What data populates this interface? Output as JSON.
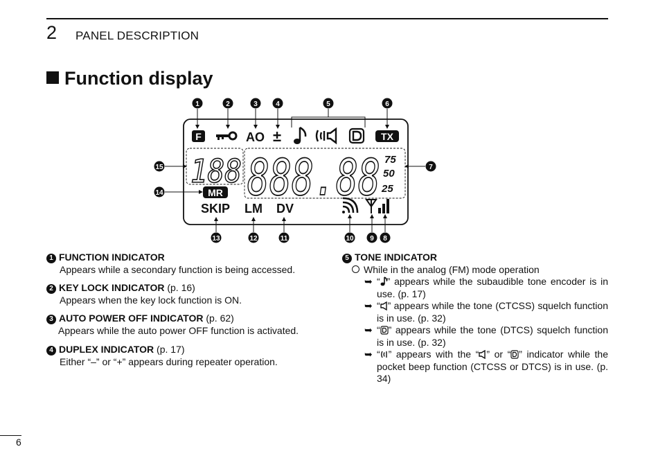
{
  "header": {
    "chapter_number": "2",
    "chapter_title": "PANEL DESCRIPTION"
  },
  "section": {
    "title": "Function display"
  },
  "figure": {
    "lcd": {
      "top_indicators": [
        "F",
        "AO",
        "±",
        "TX"
      ],
      "digits_small": "188",
      "digits_main": "888.88",
      "side_numbers": [
        "75",
        "50",
        "25"
      ],
      "mr": "MR",
      "bottom_labels": [
        "SKIP",
        "LM",
        "DV"
      ]
    },
    "callouts": [
      "1",
      "2",
      "3",
      "4",
      "5",
      "6",
      "7",
      "8",
      "9",
      "10",
      "11",
      "12",
      "13",
      "14",
      "15"
    ]
  },
  "items": [
    {
      "num": "1",
      "title": "FUNCTION INDICATOR",
      "ref": "",
      "body": "Appears while a secondary function is being accessed."
    },
    {
      "num": "2",
      "title": "KEY LOCK INDICATOR",
      "ref": "(p. 16)",
      "body": "Appears when the key lock function is ON."
    },
    {
      "num": "3",
      "title": "AUTO POWER OFF INDICATOR",
      "ref": "(p. 62)",
      "body": "Appears while the auto power OFF function is activated."
    },
    {
      "num": "4",
      "title": "DUPLEX INDICATOR",
      "ref": "(p. 17)",
      "body": "Either “–” or “+” appears during repeater operation."
    }
  ],
  "tone": {
    "num": "5",
    "title": "TONE INDICATOR",
    "sub": "While in the analog (FM) mode operation",
    "bullets": [
      {
        "pre": "“",
        "post": "” appears while the subaudible tone encoder is in use. (p. 17)"
      },
      {
        "pre": "“",
        "post": "” appears while the tone (CTCSS) squelch function is in use. (p. 32)"
      },
      {
        "pre": "“",
        "post": "” appears while the tone (DTCS) squelch function is in use. (p. 32)"
      },
      {
        "pre": "“",
        "mid1": "” appears with the “",
        "mid2": "” or “",
        "post": "” indicator while the pocket beep function (CTCSS or DTCS) is in use. (p. 34)"
      }
    ]
  },
  "page_number": "6"
}
